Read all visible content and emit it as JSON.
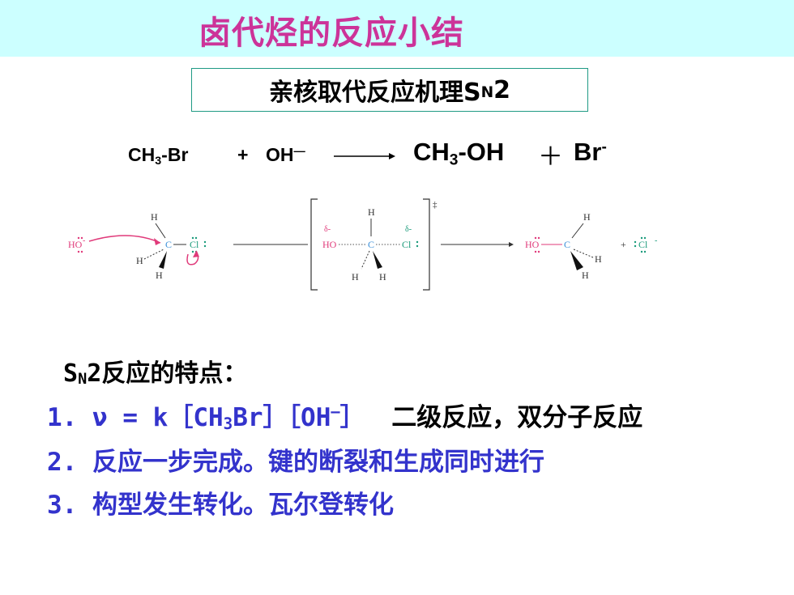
{
  "title": "卤代烃的反应小结",
  "mechanism": {
    "label_prefix": "亲核取代反应机理S",
    "label_sub": "N",
    "label_suffix": "2"
  },
  "equation": {
    "reactant1": "CH",
    "reactant1_sub": "3",
    "reactant1_tail": "-Br",
    "plus": "+",
    "reactant2": "OH",
    "reactant2_sup": "—",
    "product1": "CH",
    "product1_sub": "3",
    "product1_tail": "-OH",
    "plus2": "＋",
    "product2": "Br",
    "product2_sup": "-"
  },
  "diagram": {
    "ho_left": "HO",
    "ho_sup": "-",
    "c": "C",
    "cl": "Cl",
    "h": "H",
    "delta_minus": "δ-",
    "dagger": "‡",
    "plus": "+",
    "cl_sup": "-"
  },
  "features": {
    "title_prefix": "S",
    "title_sub": "N",
    "title_suffix": "2反应的特点：",
    "line1_num": "1.",
    "line1_rate": "ν = k［CH",
    "line1_sub": "3",
    "line1_rate2": "Br］［OH",
    "line1_sup": "—",
    "line1_close": "］",
    "line1_desc": "二级反应，双分子反应",
    "line2": "2. 反应一步完成。键的断裂和生成同时进行",
    "line3": "3. 构型发生转化。瓦尔登转化"
  }
}
